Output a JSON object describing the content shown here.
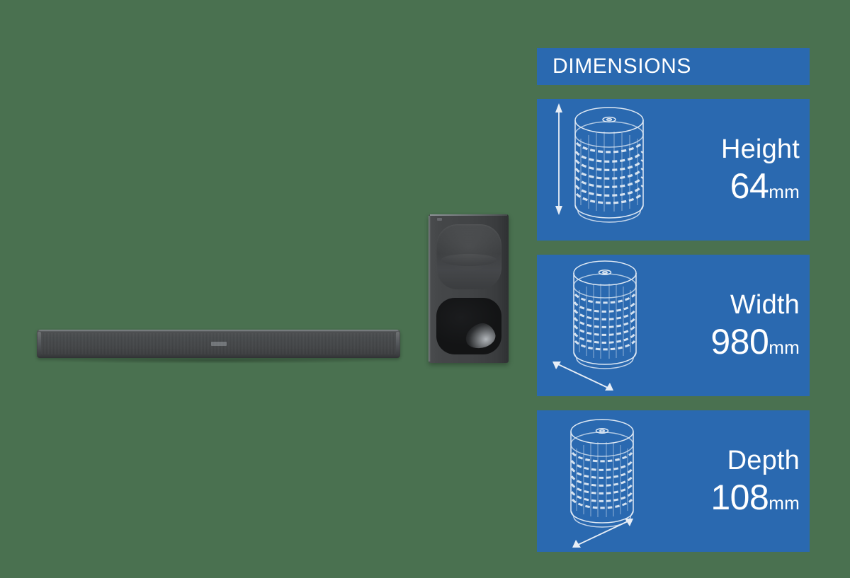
{
  "background_color": "#4a7150",
  "accent_color": "#2a69b0",
  "panel": {
    "header": {
      "title": "DIMENSIONS"
    },
    "cards": [
      {
        "id": "height",
        "label": "Height",
        "value": "64",
        "unit": "mm",
        "icon": "speaker-cylinder-icon",
        "arrow": "vertical-double-arrow-icon"
      },
      {
        "id": "width",
        "label": "Width",
        "value": "980",
        "unit": "mm",
        "icon": "speaker-cylinder-icon",
        "arrow": "diagonal-down-right-double-arrow-icon"
      },
      {
        "id": "depth",
        "label": "Depth",
        "value": "108",
        "unit": "mm",
        "icon": "speaker-cylinder-icon",
        "arrow": "diagonal-up-right-double-arrow-icon"
      }
    ]
  },
  "products": [
    {
      "id": "soundbar",
      "name": "soundbar-product-image"
    },
    {
      "id": "subwoofer",
      "name": "subwoofer-product-image"
    }
  ]
}
